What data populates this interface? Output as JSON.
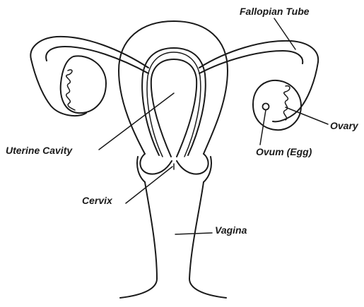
{
  "diagram": {
    "labels": {
      "fallopian_tube": "Fallopian Tube",
      "ovary": "Ovary",
      "ovum": "Ovum (Egg)",
      "uterine_cavity": "Uterine Cavity",
      "cervix": "Cervix",
      "vagina": "Vagina"
    },
    "colors": {
      "stroke": "#1a1a1a",
      "background": "#ffffff"
    }
  }
}
